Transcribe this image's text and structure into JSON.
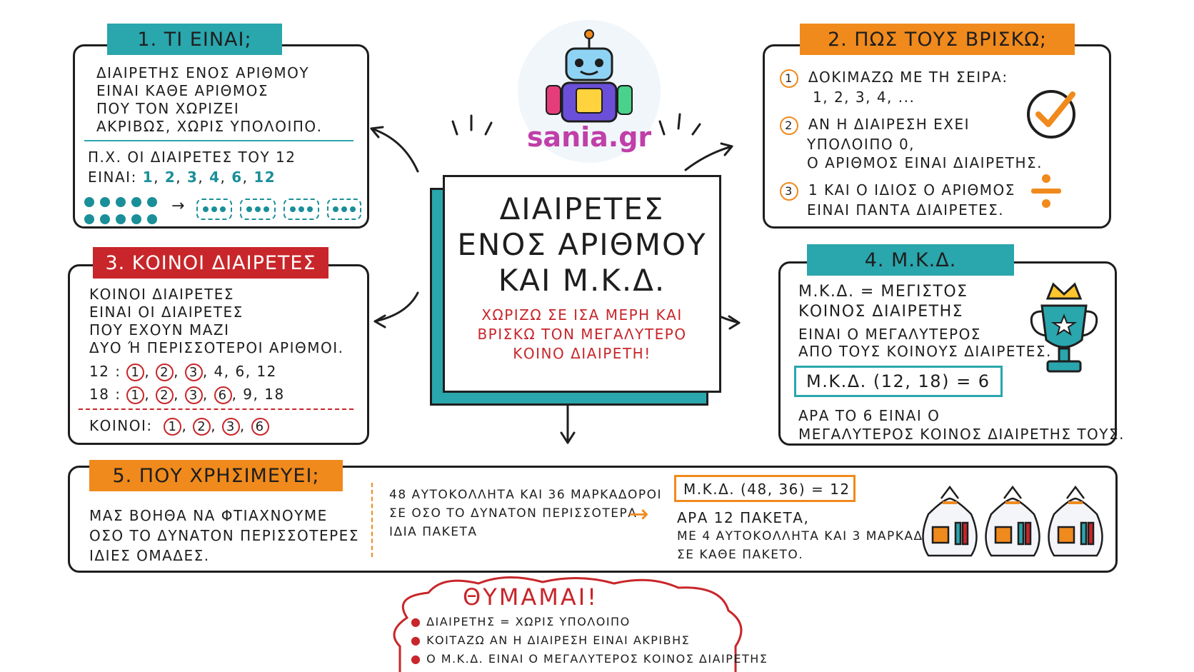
{
  "logo": {
    "text": "sania.gr"
  },
  "center": {
    "title_lines": [
      "ΔΙΑΙΡΕΤΕΣ",
      "ΕΝΟΣ ΑΡΙΘΜΟΥ",
      "ΚΑΙ Μ.Κ.Δ."
    ],
    "subtitle_lines": [
      "ΧΩΡΙΖΩ ΣΕ ΙΣΑ ΜΕΡΗ ΚΑΙ",
      "ΒΡΙΣΚΩ ΤΟΝ ΜΕΓΑΛΥΤΕΡΟ",
      "ΚΟΙΝΟ ΔΙΑΙΡΕΤΗ!"
    ]
  },
  "s1": {
    "title": "1. ΤΙ ΕΙΝΑΙ;",
    "lines": [
      "ΔΙΑΙΡΕΤΗΣ ΕΝΟΣ ΑΡΙΘΜΟΥ",
      "ΕΙΝΑΙ ΚΑΘΕ ΑΡΙΘΜΟΣ",
      "ΠΟΥ ΤΟΝ ΧΩΡΙΖΕΙ",
      "ΑΚΡΙΒΩΣ, ΧΩΡΙΣ ΥΠΟΛΟΙΠΟ."
    ],
    "example": "Π.Χ. ΟΙ ΔΙΑΙΡΕΤΕΣ ΤΟΥ 12",
    "are": "ΕΙΝΑΙ:",
    "divisors": [
      "1",
      "2",
      "3",
      "4",
      "6",
      "12"
    ]
  },
  "s2": {
    "title": "2. ΠΩΣ ΤΟΥΣ ΒΡΙΣΚΩ;",
    "steps": [
      {
        "n": "1",
        "lines": [
          "ΔΟΚΙΜΑΖΩ ΜΕ ΤΗ ΣΕΙΡΑ:",
          "1, 2, 3, 4, ..."
        ]
      },
      {
        "n": "2",
        "lines": [
          "ΑΝ Η ΔΙΑΙΡΕΣΗ ΕΧΕΙ",
          "ΥΠΟΛΟΙΠΟ 0,",
          "Ο ΑΡΙΘΜΟΣ ΕΙΝΑΙ ΔΙΑΙΡΕΤΗΣ."
        ]
      },
      {
        "n": "3",
        "lines": [
          "1 ΚΑΙ Ο ΙΔΙΟΣ Ο ΑΡΙΘΜΟΣ",
          "ΕΙΝΑΙ ΠΑΝΤΑ ΔΙΑΙΡΕΤΕΣ."
        ]
      }
    ]
  },
  "s3": {
    "title": "3. ΚΟΙΝΟΙ ΔΙΑΙΡΕΤΕΣ",
    "lines": [
      "ΚΟΙΝΟΙ ΔΙΑΙΡΕΤΕΣ",
      "ΕΙΝΑΙ ΟΙ ΔΙΑΙΡΕΤΕΣ",
      "ΠΟΥ ΕΧΟΥΝ ΜΑΖΙ",
      "ΔΥΟ Ή ΠΕΡΙΣΣΟΤΕΡΟΙ ΑΡΙΘΜΟΙ."
    ],
    "row12_label": "12 :",
    "row12_circled": [
      "1",
      "2",
      "3"
    ],
    "row12_rest": ", 4, 6, 12",
    "row18_label": "18 :",
    "row18_circled": [
      "1",
      "2",
      "3",
      "6"
    ],
    "row18_rest": ", 9, 18",
    "common_label": "ΚΟΙΝΟΙ:",
    "common": [
      "1",
      "2",
      "3",
      "6"
    ]
  },
  "s4": {
    "title": "4. Μ.Κ.Δ.",
    "line1": "Μ.Κ.Δ. = ΜΕΓΙΣΤΟΣ",
    "line2": "ΚΟΙΝΟΣ ΔΙΑΙΡΕΤΗΣ",
    "line3": "ΕΙΝΑΙ Ο ΜΕΓΑΛΥΤΕΡΟΣ",
    "line4": "ΑΠΟ ΤΟΥΣ ΚΟΙΝΟΥΣ ΔΙΑΙΡΕΤΕΣ.",
    "formula": "Μ.Κ.Δ. (12, 18) = 6",
    "concl1": "ΑΡΑ ΤΟ 6 ΕΙΝΑΙ Ο",
    "concl2": "ΜΕΓΑΛΥΤΕΡΟΣ ΚΟΙΝΟΣ ΔΙΑΙΡΕΤΗΣ ΤΟΥΣ."
  },
  "s5": {
    "title": "5. ΠΟΥ ΧΡΗΣΙΜΕΥΕΙ;",
    "left_lines": [
      "ΜΑΣ ΒΟΗΘΑ ΝΑ ΦΤΙΑΧΝΟΥΜΕ",
      "ΟΣΟ ΤΟ ΔΥΝΑΤΟΝ ΠΕΡΙΣΣΟΤΕΡΕΣ",
      "ΙΔΙΕΣ ΟΜΑΔΕΣ."
    ],
    "problem_lines": [
      "48 ΑΥΤΟΚΟΛΛΗΤΑ ΚΑΙ 36 ΜΑΡΚΑΔΟΡΟΙ",
      "ΣΕ ΟΣΟ ΤΟ ΔΥΝΑΤΟΝ ΠΕΡΙΣΣΟΤΕΡΑ",
      "ΙΔΙΑ ΠΑΚΕΤΑ"
    ],
    "formula": "Μ.Κ.Δ. (48, 36) = 12",
    "answer_lines": [
      "ΑΡΑ 12 ΠΑΚΕΤΑ,",
      "ΜΕ 4 ΑΥΤΟΚΟΛΛΗΤΑ ΚΑΙ 3 ΜΑΡΚΑΔΟΡΟΥΣ",
      "ΣΕ ΚΑΘΕ ΠΑΚΕΤΟ."
    ]
  },
  "remember": {
    "title": "ΘΥΜΑΜΑΙ!",
    "items": [
      "ΔΙΑΙΡΕΤΗΣ = ΧΩΡΙΣ ΥΠΟΛΟΙΠΟ",
      "ΚΟΙΤΑΖΩ ΑΝ Η ΔΙΑΙΡΕΣΗ ΕΙΝΑΙ ΑΚΡΙΒΗΣ",
      "Ο Μ.Κ.Δ. ΕΙΝΑΙ Ο ΜΕΓΑΛΥΤΕΡΟΣ ΚΟΙΝΟΣ ΔΙΑΙΡΕΤΗΣ"
    ]
  },
  "colors": {
    "teal": "#2aa6ad",
    "orange": "#f08a1c",
    "red": "#c8262a",
    "ink": "#1e1e1e"
  },
  "icons": [
    "robot-mascot-icon",
    "checkmark-icon",
    "division-sign-icon",
    "trophy-icon",
    "gift-bag-icon"
  ]
}
